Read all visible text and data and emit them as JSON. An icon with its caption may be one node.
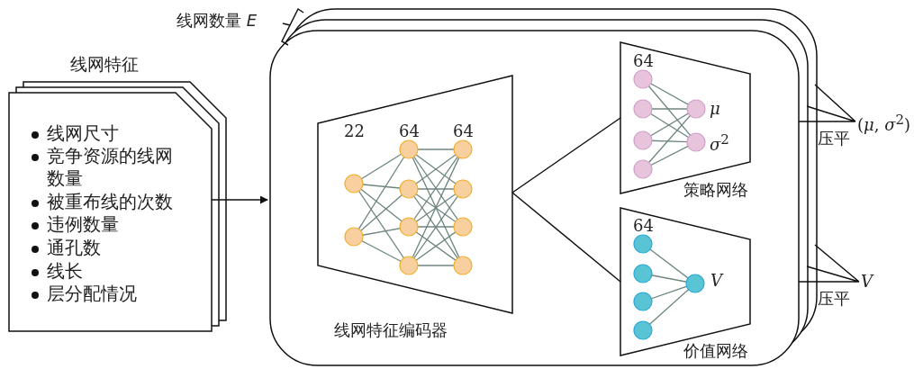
{
  "diagram": {
    "nodes": [
      {
        "text": [
          "线网特征",
          "线网尺寸",
          "竞争资源的线网数量",
          "被重布线的次数",
          "违例数量",
          "通孔数",
          "线长",
          "层分配情况"
        ]
      },
      {
        "text": [],
        "shape": "box",
        "beside": [
          "线网数量 *E*"
        ]
      },
      {
        "text": [
          "线网特征编码器"
        ],
        "in": 1
      },
      {
        "text": [
          "策略网络"
        ],
        "in": 1
      },
      {
        "text": [
          "价值网络"
        ],
        "in": 1
      },
      {
        "text": [
          "(*μ*, *σ*$^{2}$)"
        ]
      },
      {
        "text": [
          "*V*"
        ]
      }
    ],
    "edges": [
      {
        "from": 0,
        "to": 1,
        "arrow": "to"
      },
      {
        "from": 2,
        "to": 3,
        "arrow": "none"
      },
      {
        "from": 2,
        "to": 4,
        "arrow": "none"
      },
      {
        "from": 1,
        "to": 5,
        "label": "压平",
        "arrow": "none"
      },
      {
        "from": 1,
        "to": 6,
        "label": "压平",
        "arrow": "none"
      }
    ],
    "labels": [
      "22",
      "64",
      "64",
      "64",
      "*μ*",
      "*σ*$^{2}$",
      "64",
      "*V*"
    ]
  }
}
